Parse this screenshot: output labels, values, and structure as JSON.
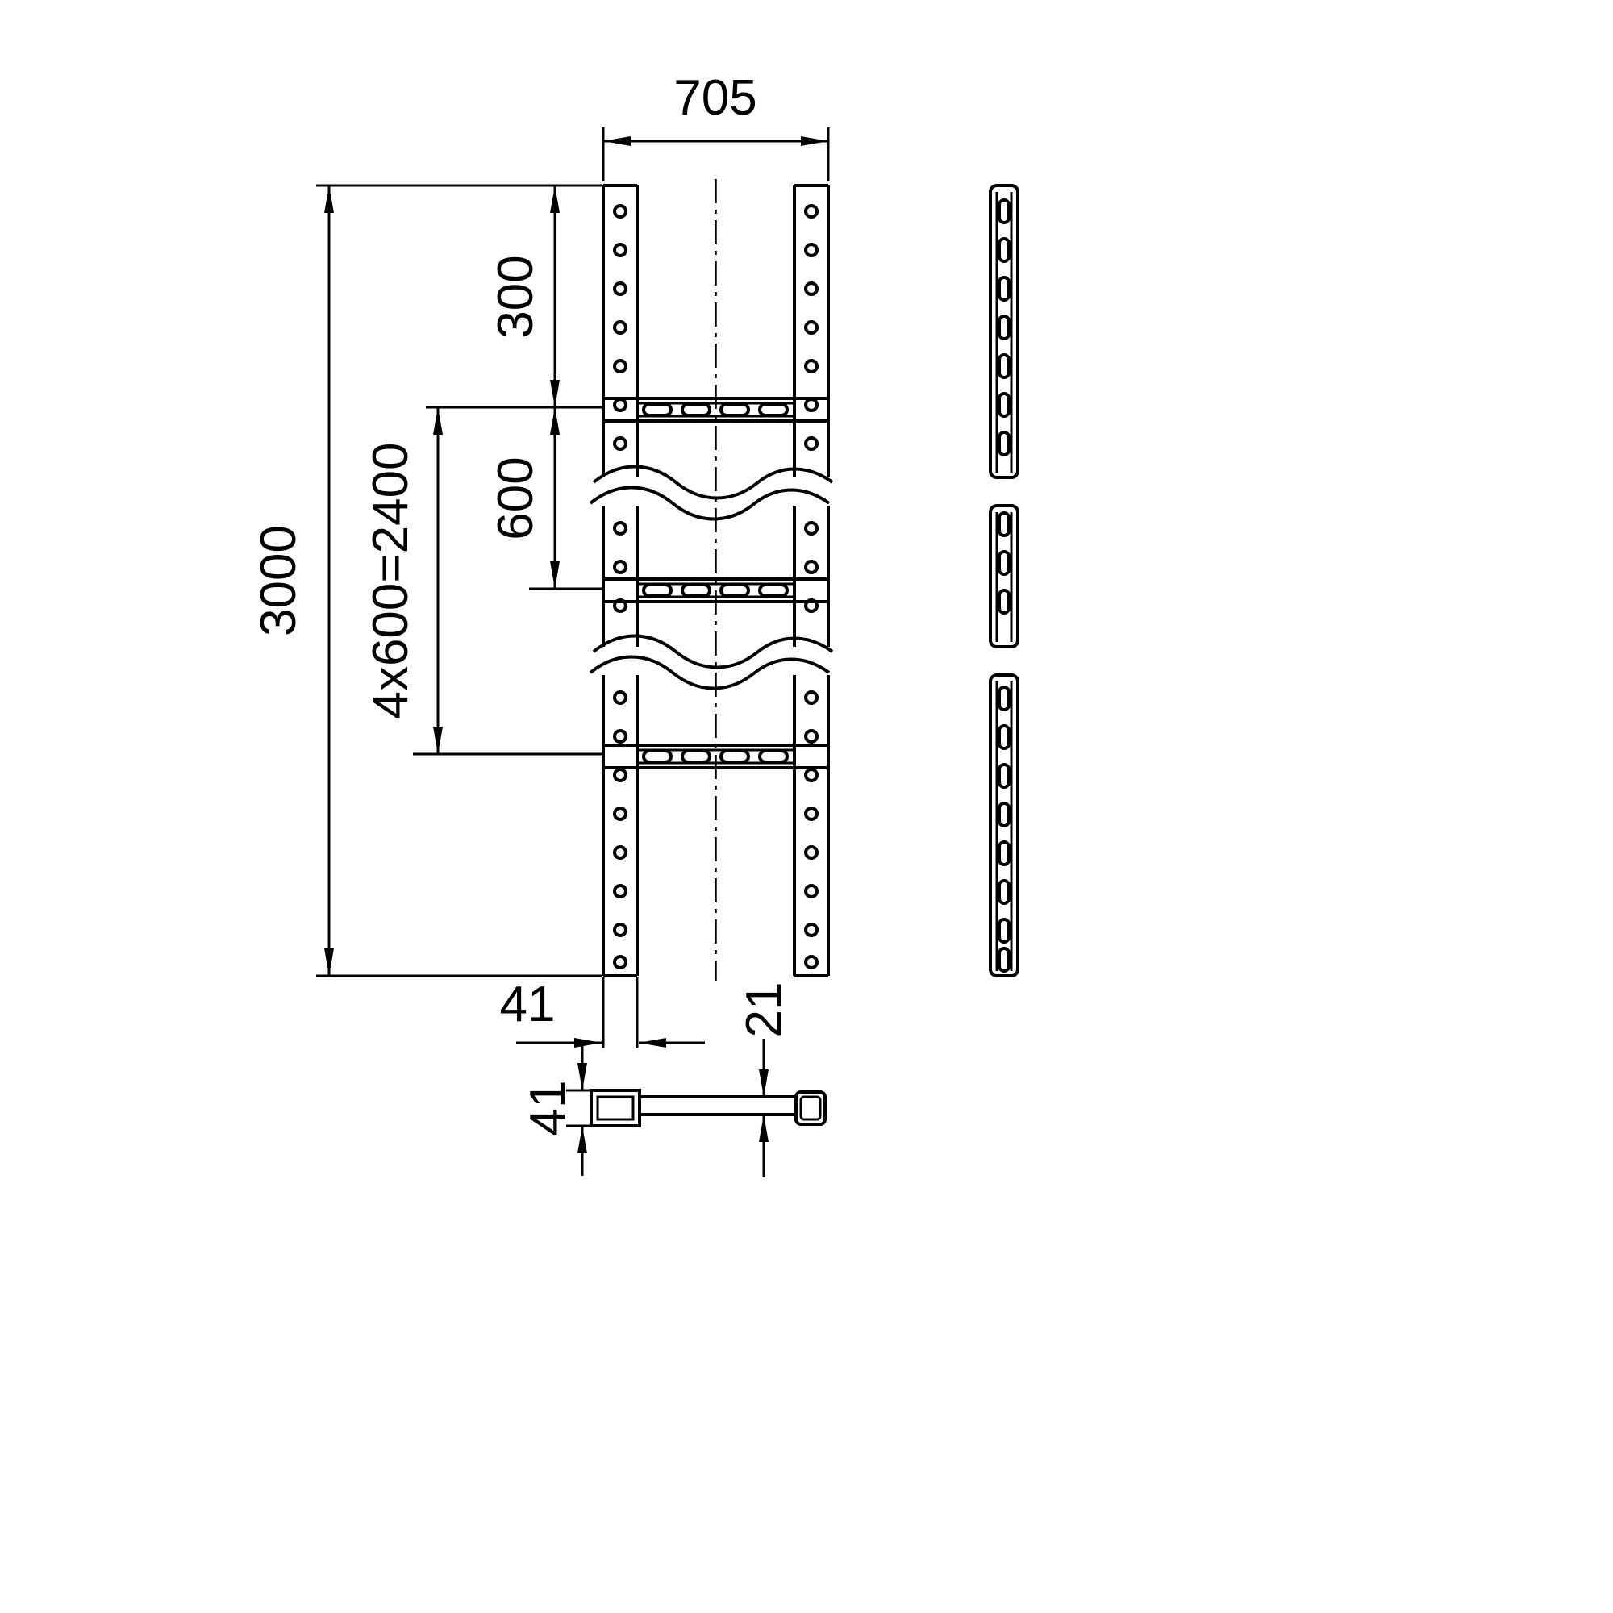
{
  "drawing": {
    "background": "#ffffff",
    "line_color": "#000000",
    "labels": {
      "top_width": "705",
      "first_rung_offset": "300",
      "rung_spacing": "600",
      "total_length": "3000",
      "rung_spacing_total": "4x600=2400",
      "side_rail_width": "41",
      "rung_profile_width": "21",
      "side_rail_height": "41"
    }
  }
}
